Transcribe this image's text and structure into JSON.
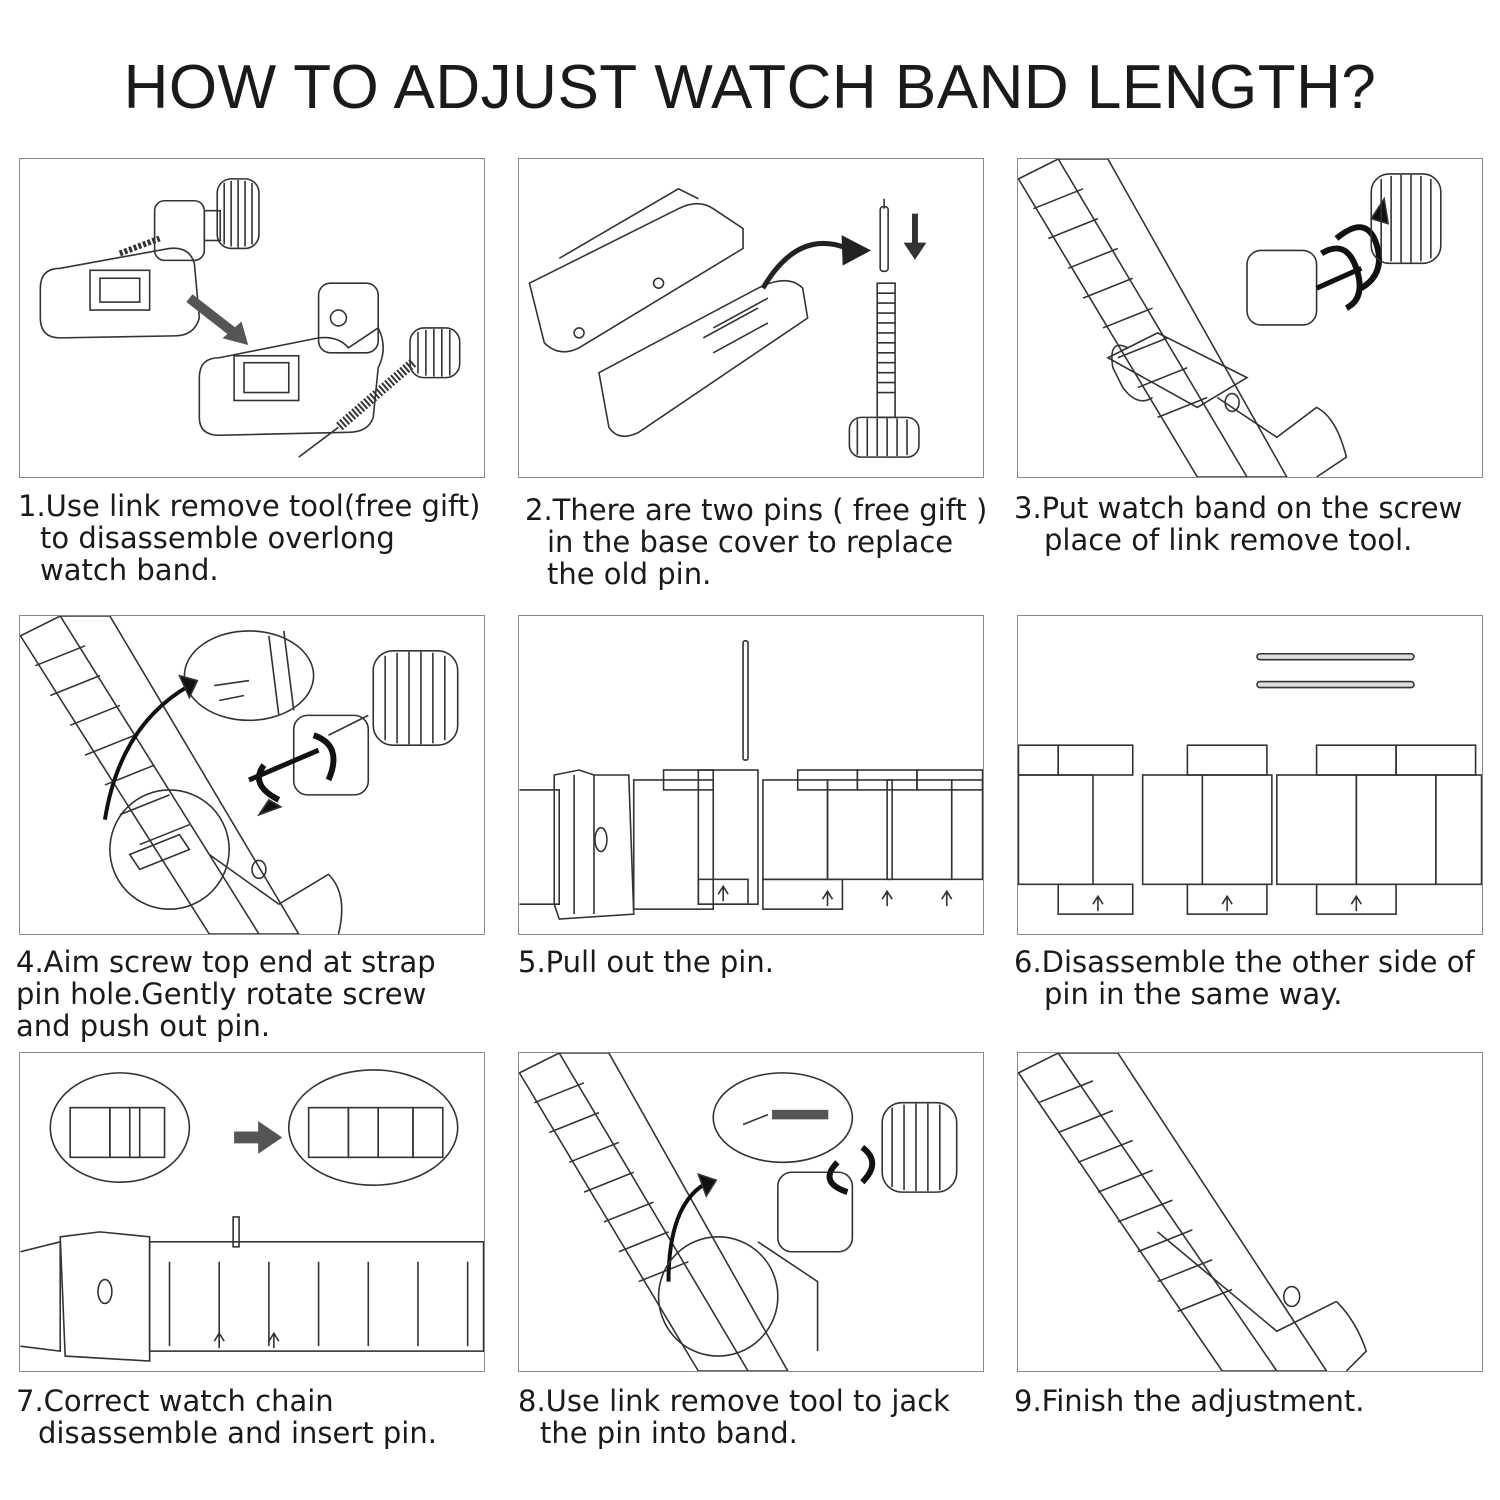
{
  "title": "HOW TO ADJUST WATCH BAND LENGTH?",
  "steps": [
    {
      "lines": [
        "1.Use link remove tool(free gift)",
        "to disassemble overlong",
        "watch band."
      ]
    },
    {
      "lines": [
        "2.There are two pins ( free gift )",
        "in the base cover to replace",
        "the old pin."
      ]
    },
    {
      "lines": [
        "3.Put watch band on the screw",
        "place of link remove tool."
      ]
    },
    {
      "lines": [
        "4.Aim screw top end at strap",
        "pin hole.Gently rotate screw",
        "and push out pin."
      ]
    },
    {
      "lines": [
        "5.Pull out the pin."
      ]
    },
    {
      "lines": [
        "6.Disassemble the other side of",
        "pin in the same way."
      ]
    },
    {
      "lines": [
        "7.Correct watch chain",
        "disassemble and insert pin."
      ]
    },
    {
      "lines": [
        "8.Use link remove tool to jack",
        "the pin into band."
      ]
    },
    {
      "lines": [
        "9.Finish the adjustment."
      ]
    }
  ]
}
